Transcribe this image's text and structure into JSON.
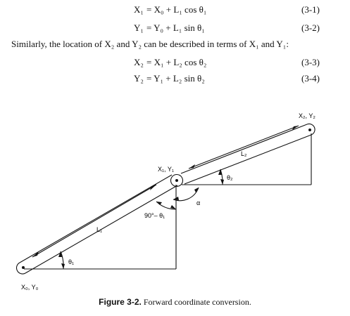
{
  "equations": [
    {
      "lhs": "X₁",
      "rhs": "= X₀ + L₁ cos θ₁",
      "number": "(3-1)"
    },
    {
      "lhs": "Y₁",
      "rhs": "= Y₀ + L₁ sin θ₁",
      "number": "(3-2)"
    },
    {
      "lhs": "X₂",
      "rhs": "= X₁ + L₂ cos θ₂",
      "number": "(3-3)"
    },
    {
      "lhs": "Y₂",
      "rhs": "= Y₁ + L₂ sin θ₂",
      "number": "(3-4)"
    }
  ],
  "paragraph": "Similarly, the location of X₂ and Y₂ can be described in terms of X₁ and Y₁:",
  "figure": {
    "labels": {
      "base": "X₀, Y₀",
      "joint": "X₁, Y₁",
      "end": "X₂, Y₂",
      "link1": "L₁",
      "link2": "L₂",
      "theta1": "θ₁",
      "theta2": "θ₂",
      "alpha": "α",
      "complement": "90°– θ₁"
    },
    "caption_label": "Figure 3-2.",
    "caption_text": "Forward coordinate conversion."
  }
}
